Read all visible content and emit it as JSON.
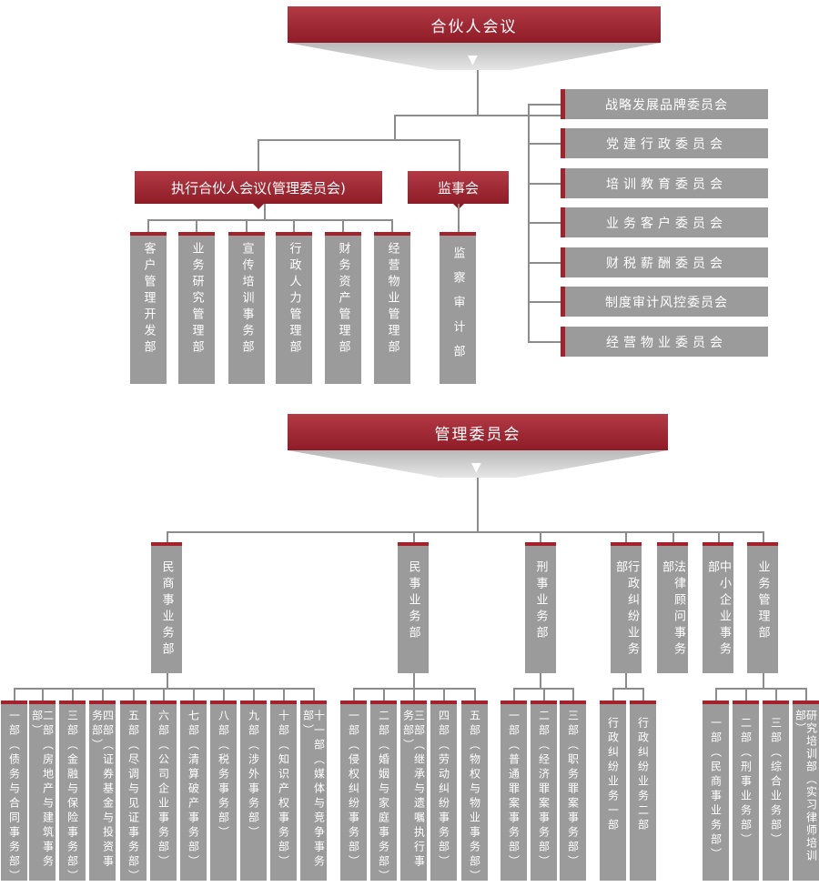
{
  "top": {
    "title": "合伙人会议",
    "exec": "执行合伙人会议(管理委员会)",
    "supervisory": "监事会",
    "exec_depts": [
      "客户管理开发部",
      "业务研究管理部",
      "宣传培训事务部",
      "行政人力管理部",
      "财务资产管理部",
      "经营物业管理部"
    ],
    "audit": "监察审计部",
    "committees": [
      "战略发展品牌委员会",
      "党建行政委员会",
      "培训教育委员会",
      "业务客户委员会",
      "财税薪酬委员会",
      "制度审计风控委员会",
      "经营物业委员会"
    ]
  },
  "mgmt": {
    "title": "管理委员会",
    "divisions": [
      {
        "name": "民商事业务部",
        "subs": [
          "一部（债务与合同事务部）",
          "二部（房地产与建筑事务部）",
          "三部（金融与保险事务部）",
          "四部（证券基金与投资事务部）",
          "五部（尽调与见证事务部）",
          "六部（公司企业事务部）",
          "七部（清算破产事务部）",
          "八部（税务事务部）",
          "九部（涉外事务部）",
          "十部（知识产权事务部）",
          "十一部（媒体与竞争事务部）"
        ]
      },
      {
        "name": "民事业务部",
        "subs": [
          "一部（侵权纠纷事务部）",
          "二部（婚姻与家庭事务部）",
          "三部（继承与遗嘱执行事务部）",
          "四部（劳动纠纷事务部）",
          "五部（物权与物业事务部）"
        ]
      },
      {
        "name": "刑事业务部",
        "subs": [
          "一部（普通罪案事务部）",
          "二部（经济罪案事务部）",
          "三部（职务罪案事务部）"
        ]
      },
      {
        "name": "行政纠纷业务部",
        "subs": [
          "行政纠纷业务一部",
          "行政纠纷业务二部"
        ]
      },
      {
        "name": "法律顾问事务部",
        "subs": []
      },
      {
        "name": "中小企业事务部",
        "subs": []
      },
      {
        "name": "业务管理部",
        "subs": [
          "一部（民商事业务部）",
          "二部（刑事业务部）",
          "三部（综合业务部）",
          "研究培训部（实习律师培训部）"
        ]
      }
    ]
  },
  "colors": {
    "accent": "#a5222d",
    "box": "#9b9b9b",
    "line": "#8c8c8c"
  },
  "icons": {
    "banner_chevron": "chevron-down-icon"
  }
}
